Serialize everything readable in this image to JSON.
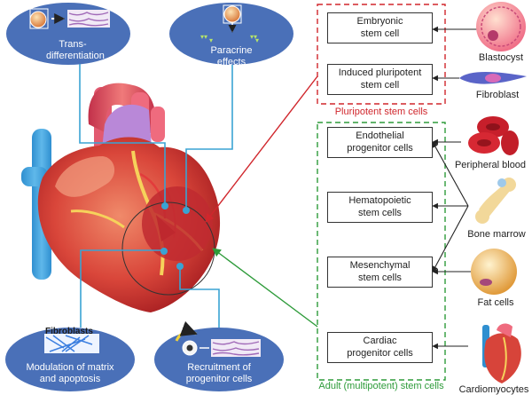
{
  "ovals": {
    "trans": "Trans-\ndifferentiation",
    "paracrine": "Paracrine\neffects",
    "modulation": "Modulation of matrix\nand apoptosis",
    "recruitment": "Recruitment of\nprogenitor cells",
    "fibroblasts_label": "Fibroblasts"
  },
  "groups": {
    "pluripotent": "Pluripotent stem cells",
    "adult": "Adult (multipotent) stem cells"
  },
  "cells": {
    "embryonic": "Embryonic\nstem cell",
    "ips": "Induced pluripotent\nstem cell",
    "endothelial": "Endothelial\nprogenitor cells",
    "hematopoietic": "Hematopoietic\nstem cells",
    "mesenchymal": "Mesenchymal\nstem cells",
    "cardiac": "Cardiac\nprogenitor cells"
  },
  "sources": {
    "blastocyst": "Blastocyst",
    "fibroblast": "Fibroblast",
    "blood": "Peripheral blood",
    "bone": "Bone marrow",
    "fat": "Fat cells",
    "cardio": "Cardiomyocytes"
  },
  "colors": {
    "oval_fill": "#4a70b8",
    "red_group": "#d0262c",
    "green_group": "#2e9b3a",
    "connector": "#3aa3d3"
  }
}
